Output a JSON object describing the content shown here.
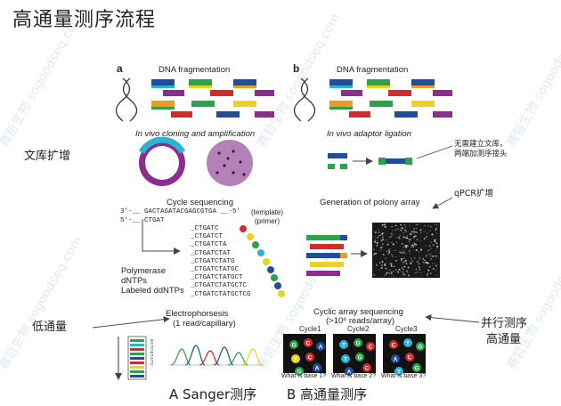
{
  "title": "高通量测序流程",
  "left_labels": {
    "library": "文库扩增",
    "low": "低通量"
  },
  "right_labels": {
    "parallel": "并行测序",
    "high": "高通量",
    "no_library": [
      "无需建立文库，",
      "两端加测序接头"
    ],
    "qpcr": "qPCR扩增"
  },
  "panel_a": {
    "letter": "a",
    "fragmentation": "DNA fragmentation",
    "cloning": "In vivo cloning and amplification",
    "cycle_seq": "Cycle sequencing",
    "template_seq": "3'-__ GACTAGATACGAGCGTGA __-5'",
    "template_label": "(template)",
    "primer_seq": "5'-__ CTGAT",
    "primer_label": "(primer)",
    "extensions": [
      "_CTGATC",
      "_CTGATCT",
      "_CTGATCTA",
      "_CTGATCTAT",
      "_CTGATCTATG",
      "_CTGATCTATGC",
      "_CTGATCTATGCT",
      "_CTGATCTATGCTC",
      "_CTGATCTATGCTCG"
    ],
    "reagents": [
      "Polymerase",
      "dNTPs",
      "Labeled ddNTPs"
    ],
    "electro": "Electrophorsesis",
    "electro_sub": "(1 read/capillary)",
    "gel_bases": "GCTCGTATC"
  },
  "panel_b": {
    "letter": "b",
    "fragmentation": "DNA fragmentation",
    "ligation": "In vivo adaptor ligation",
    "polony": "Generation of polony array",
    "cyclic": "Cyclic array sequencing",
    "cyclic_sub": "(>10⁶ reads/array)",
    "cycles": [
      {
        "label": "Cycle1",
        "question": "What is base 1?"
      },
      {
        "label": "Cycle2",
        "question": "What is base 2?"
      },
      {
        "label": "Cycle3",
        "question": "What is base 3?"
      }
    ]
  },
  "bottom": {
    "a": "A Sanger测序",
    "b": "B 高通量测序"
  },
  "watermark": "赛哲生物 sogoodseq.com",
  "colors": {
    "blue": "#1f4e9c",
    "purple": "#8b2c8f",
    "green": "#2aa34a",
    "orange": "#f29a1f",
    "cyan": "#2bb3d6",
    "red": "#d42a2a",
    "yellow": "#f0d21a"
  }
}
